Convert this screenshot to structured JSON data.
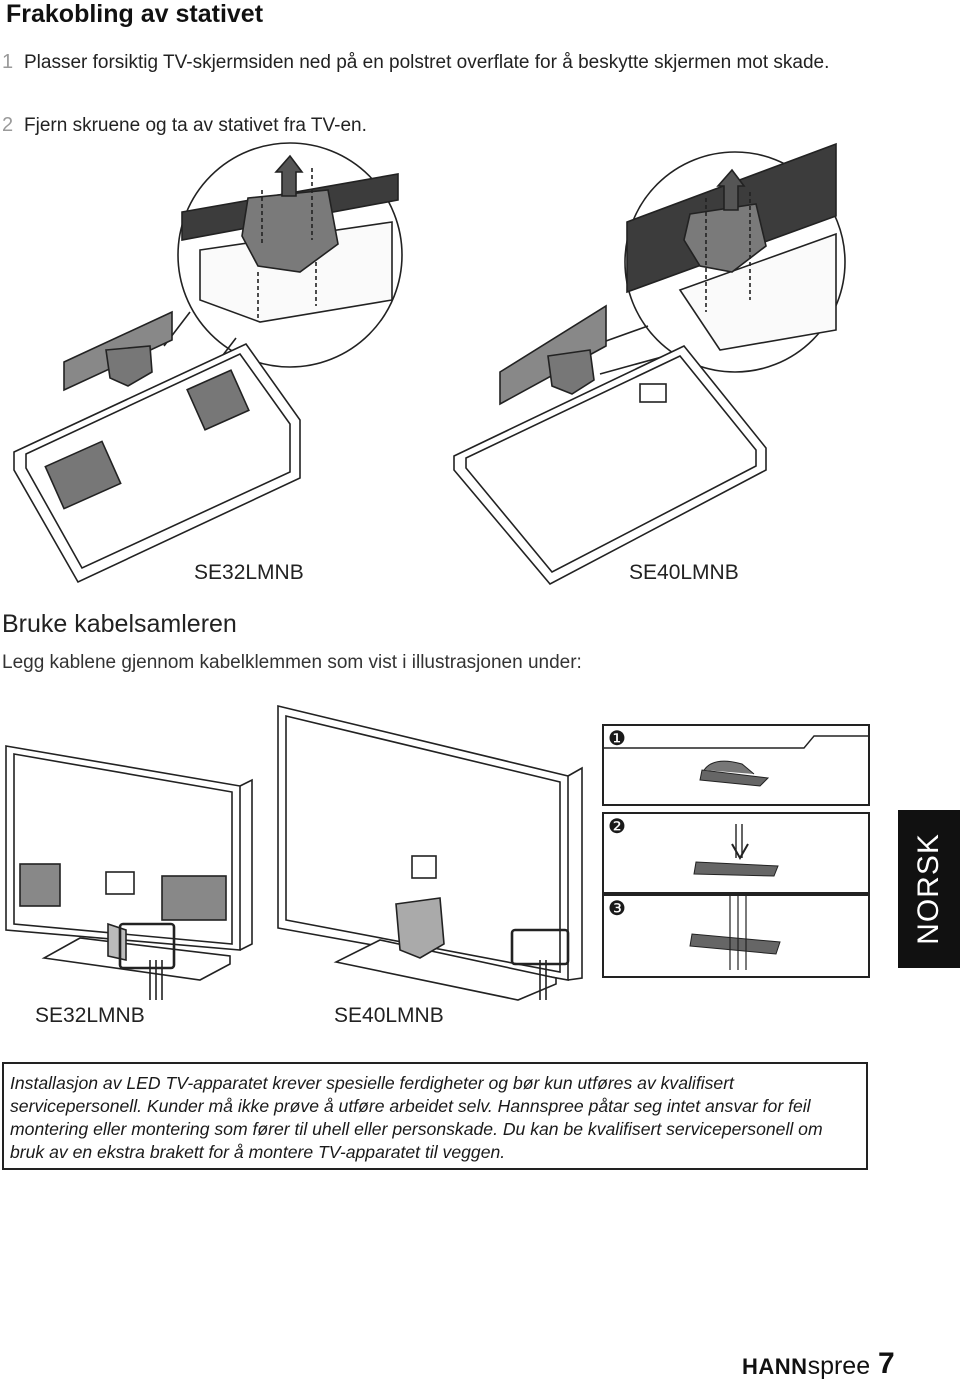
{
  "page": {
    "title": "Frakobling av stativet",
    "steps": [
      {
        "num": "1",
        "text": "Plasser forsiktig TV-skjermsiden ned på en polstret overflate for å beskytte skjermen mot skade."
      },
      {
        "num": "2",
        "text": "Fjern skruene og ta av stativet fra TV-en."
      }
    ],
    "figure1": {
      "left_model": "SE32LMNB",
      "right_model": "SE40LMNB"
    },
    "section2": {
      "title": "Bruke kabelsamleren",
      "intro": "Legg kablene gjennom kabelklemmen som vist i illustrasjonen under:"
    },
    "figure2": {
      "left_model": "SE32LMNB",
      "right_model": "SE40LMNB",
      "inset_steps": [
        "❶",
        "❷",
        "❸"
      ]
    },
    "side_tab": "NORSK",
    "notice": "Installasjon av LED TV-apparatet krever spesielle ferdigheter og bør kun utføres av kvalifisert servicepersonell. Kunder må ikke prøve å utføre arbeidet selv. Hannspree påtar seg intet ansvar for feil montering eller montering som fører til uhell eller personskade. Du kan be kvalifisert servicepersonell om bruk av en ekstra brakett for å montere TV-apparatet til veggen.",
    "footer": {
      "brand_bold": "HANN",
      "brand_light": "spree",
      "page_number": "7"
    }
  }
}
